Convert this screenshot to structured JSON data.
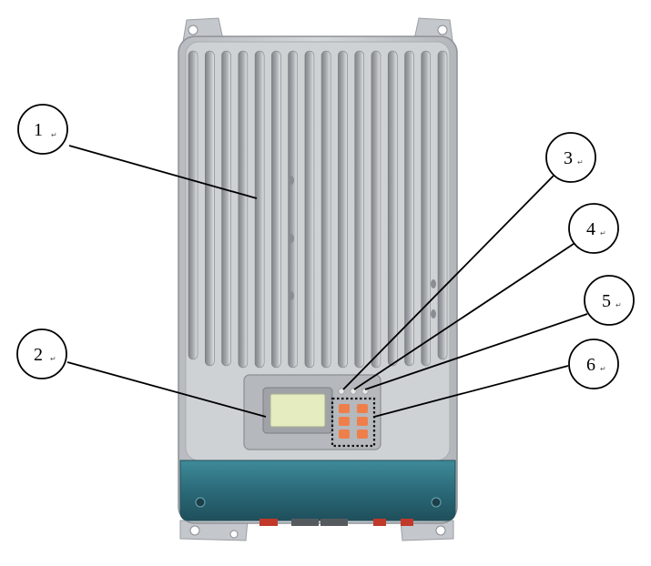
{
  "diagram": {
    "callouts": [
      {
        "id": "1",
        "label": "1",
        "return_mark": "↵"
      },
      {
        "id": "2",
        "label": "2",
        "return_mark": "↵"
      },
      {
        "id": "3",
        "label": "3",
        "return_mark": "↵"
      },
      {
        "id": "4",
        "label": "4",
        "return_mark": "↵"
      },
      {
        "id": "5",
        "label": "5",
        "return_mark": "↵"
      },
      {
        "id": "6",
        "label": "6",
        "return_mark": "↵"
      }
    ],
    "colors": {
      "housing": "#c9ccd0",
      "fins": "#8e9297",
      "bottom_band": "#2f7080",
      "lcd_screen": "#e4ecc0",
      "keys": "#ef7f4a",
      "leds": "#e8e8e8"
    }
  }
}
